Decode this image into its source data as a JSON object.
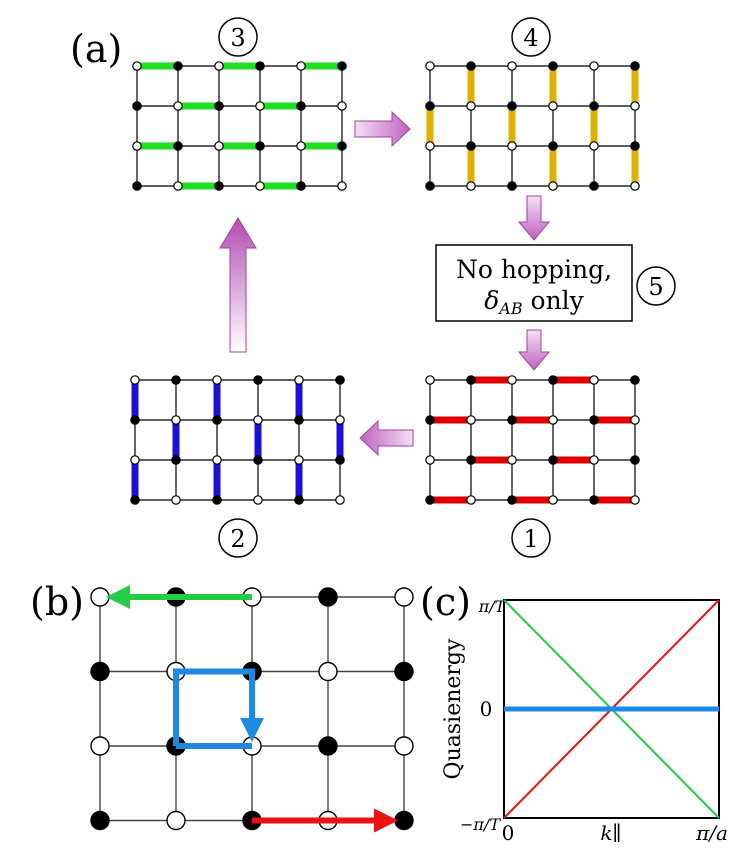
{
  "panel_a": {
    "label": "(a)",
    "step_labels": [
      "3",
      "4",
      "5",
      "2",
      "1"
    ],
    "box_text": [
      "No hopping,",
      "δ",
      "AB",
      " only"
    ],
    "colors": {
      "step1": "#e00000",
      "step2": "#1a10d8",
      "step3": "#1ee01e",
      "step4": "#e0b000",
      "arrow": "#cf7fcf"
    }
  },
  "panel_b": {
    "label": "(b)",
    "colors": {
      "green": "#22cc44",
      "blue": "#1e88e5",
      "red": "#ee1111"
    }
  },
  "panel_c": {
    "label": "(c)",
    "ylabel": "Quasienergy",
    "ytick_top": "π/T",
    "ytick_mid": "0",
    "ytick_bottom": "−π/T",
    "xtick_left": "0",
    "xtick_mid": "k∥",
    "xtick_right": "π/a",
    "chart_data": {
      "type": "line",
      "xlim": [
        0,
        1
      ],
      "ylim": [
        -1,
        1
      ],
      "series": [
        {
          "color": "#ee1111",
          "x": [
            0,
            1
          ],
          "y": [
            -1,
            1
          ]
        },
        {
          "color": "#22cc44",
          "x": [
            0,
            1
          ],
          "y": [
            1,
            -1
          ]
        },
        {
          "color": "#1e88e5",
          "x": [
            0,
            1
          ],
          "y": [
            0,
            0
          ]
        }
      ]
    }
  }
}
